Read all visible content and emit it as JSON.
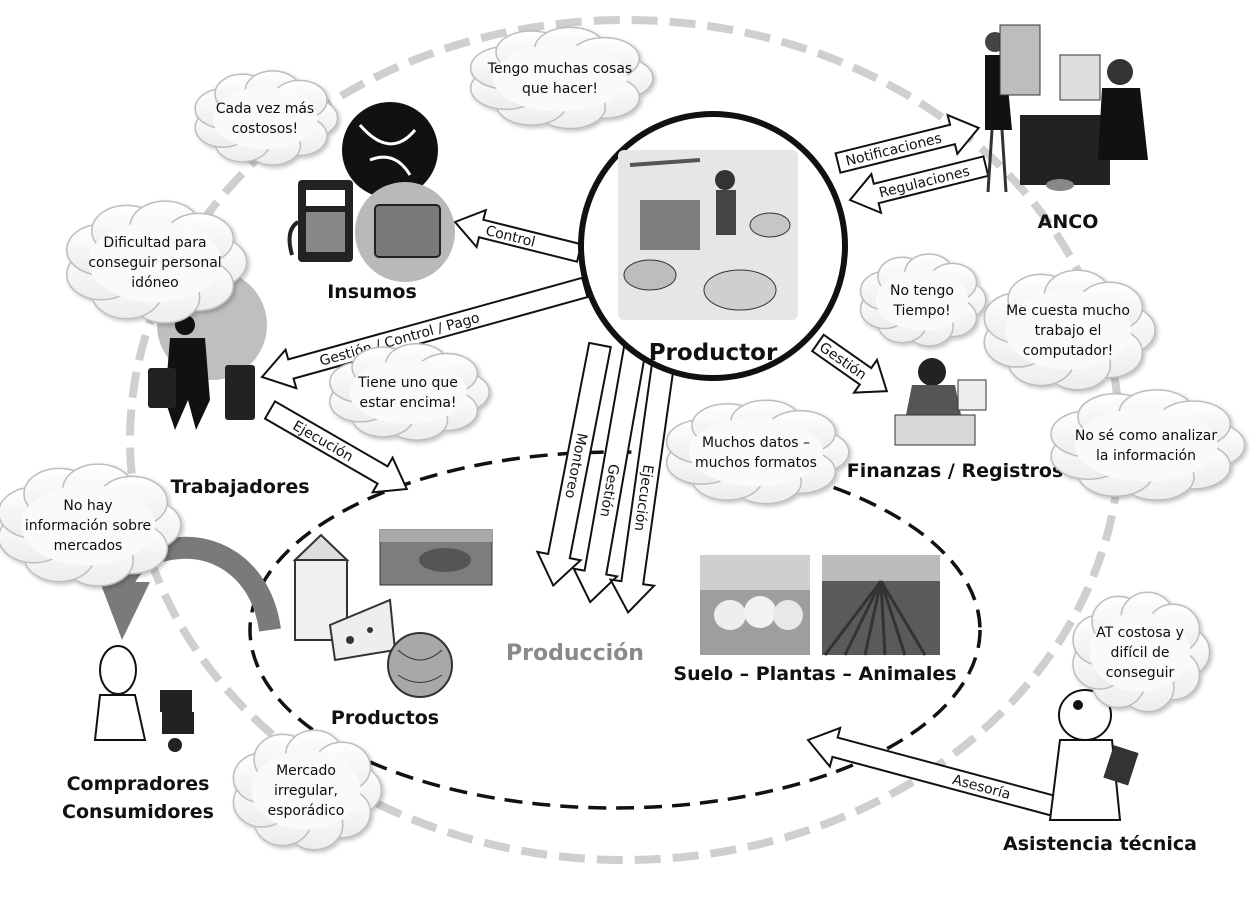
{
  "nodes": {
    "productor": "Productor",
    "insumos": "Insumos",
    "anco": "ANCO",
    "trabajadores": "Trabajadores",
    "finanzas": "Finanzas / Registros",
    "produccion": "Producción",
    "suelo": "Suelo – Plantas – Animales",
    "productos": "Productos",
    "compradores_1": "Compradores",
    "compradores_2": "Consumidores",
    "asistencia": "Asistencia técnica"
  },
  "arrows": {
    "notificaciones": "Notificaciones",
    "regulaciones": "Regulaciones",
    "control": "Control",
    "gestion_control_pago": "Gestión / Control / Pago",
    "gestion_finanzas": "Gestión",
    "ejecucion_trab": "Ejecución",
    "monitoreo": "Montoreo",
    "gestion_prod": "Gestión",
    "ejecucion_prod": "Ejecución",
    "asesoria": "Asesoría"
  },
  "clouds": {
    "cada_vez": [
      "Cada vez más",
      "costosos!"
    ],
    "tengo_muchas": [
      "Tengo muchas cosas",
      "que hacer!"
    ],
    "dificultad": [
      "Dificultad para",
      "conseguir personal",
      "idóneo"
    ],
    "no_tengo": [
      "No tengo",
      "Tiempo!"
    ],
    "me_cuesta": [
      "Me cuesta mucho",
      "trabajo el",
      "computador!"
    ],
    "tiene_uno": [
      "Tiene uno que",
      "estar encima!"
    ],
    "muchos_datos": [
      "Muchos datos –",
      "muchos formatos"
    ],
    "no_se": [
      "No sé como analizar",
      "la información"
    ],
    "no_hay": [
      "No hay",
      "información sobre",
      "mercados"
    ],
    "at_costosa": [
      "AT costosa y",
      "difícil de",
      "conseguir"
    ],
    "mercado": [
      "Mercado",
      "irregular,",
      "esporádico"
    ]
  },
  "icons": [
    "farm-scene-icon",
    "office-icon",
    "fuel-pump-icon",
    "seed-bag-icon",
    "worker-icon",
    "accountant-icon",
    "food-products-icon",
    "sheep-photo-icon",
    "field-photo-icon",
    "buyer-cart-icon",
    "doctor-icon"
  ],
  "colors": {
    "ink": "#111111",
    "dashed_ring": "#c8c8c8",
    "circular_arrow": "#7a7a7a",
    "produccion_text": "#8a8a8a",
    "cloud_fill": "#ffffff",
    "cloud_stroke": "#bdbdbd"
  }
}
